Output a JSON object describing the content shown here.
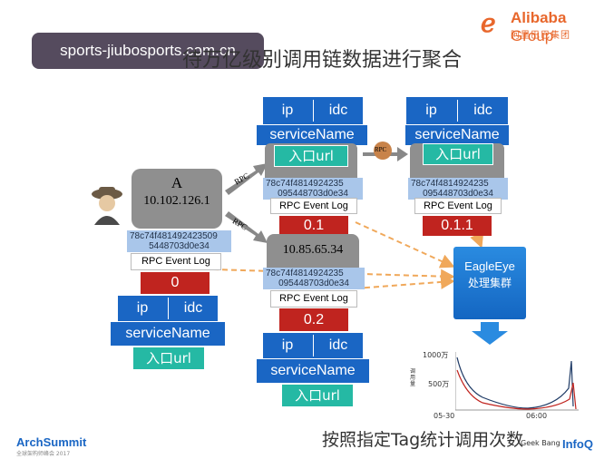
{
  "overlay_text": "sports-jiubosports.com.cn",
  "title": "待万亿级别调用链数据进行聚合",
  "logo": {
    "brand": "Alibaba",
    "group": "Group",
    "cn": "阿里巴巴集团"
  },
  "node_a": {
    "label": "A",
    "ip": "10.102.126.1",
    "hash_line1": "78c74f481492423509",
    "hash_line2": "5448703d0e34",
    "rpc_log": "RPC Event Log",
    "rpc_id": "0",
    "ip_label": "ip",
    "idc_label": "idc",
    "service_name": "serviceName",
    "entry": "入口url"
  },
  "node_mid_top": {
    "ip_label": "ip",
    "idc_label": "idc",
    "service_name": "serviceName",
    "entry": "入口url",
    "hash_line1": "78c74f4814924235",
    "hash_line2": "095448703d0e34",
    "rpc_log": "RPC Event Log",
    "rpc_id": "0.1"
  },
  "node_mid_bottom": {
    "ip": "10.85.65.34",
    "hash_line1": "78c74f4814924235",
    "hash_line2": "095448703d0e34",
    "rpc_log": "RPC Event Log",
    "rpc_id": "0.2",
    "ip_label": "ip",
    "idc_label": "idc",
    "service_name": "serviceName",
    "entry": "入口url"
  },
  "node_right": {
    "ip_label": "ip",
    "idc_label": "idc",
    "service_name": "serviceName",
    "entry": "入口url",
    "hash_line1": "78c74f4814924235",
    "hash_line2": "095448703d0e34",
    "rpc_log": "RPC Event Log",
    "rpc_id": "0.1.1"
  },
  "rpc_labels": [
    "RPC",
    "RPC",
    "RPC"
  ],
  "eagleeye": {
    "line1": "EagleEye",
    "line2": "处理集群"
  },
  "mini_chart": {
    "y_top": "1000万",
    "y_mid": "500万",
    "y_axis_label": "调用量",
    "x_left": "05-30",
    "x_mid": "06:00"
  },
  "footer": {
    "archsummit": "ArchSummit",
    "archsummit_sub": "全球架构师峰会 2017",
    "caption": "按照指定Tag统计调用次数",
    "geek": "Geek Bang",
    "infoq": "InfoQ"
  },
  "colors": {
    "blue": "#1a66c4",
    "green": "#25b9a4",
    "red": "#c0241f",
    "hash": "#a9c6ea",
    "grey": "#8f8f8f",
    "orange": "#e8672c"
  }
}
